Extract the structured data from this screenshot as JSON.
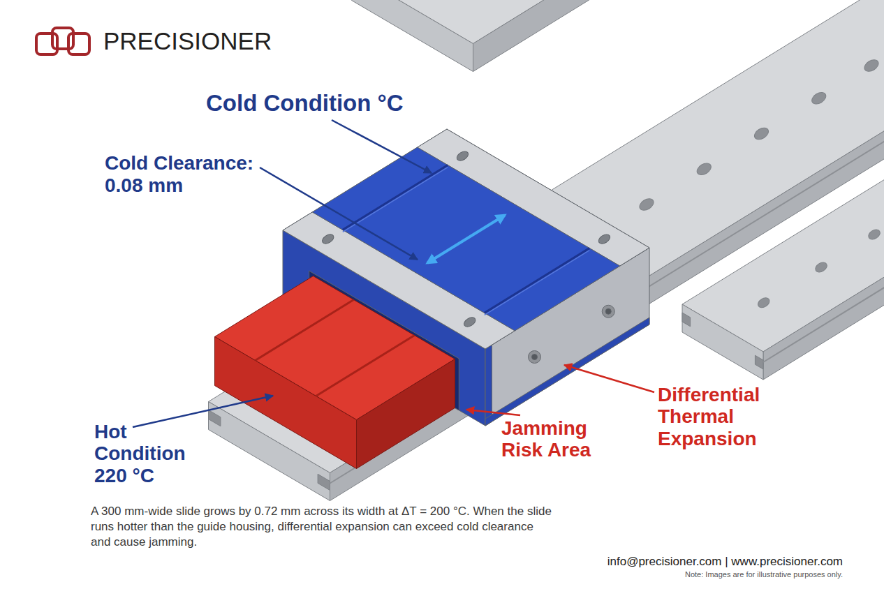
{
  "diagram": {
    "caption": "A 300 mm-wide slide grows by 0.72 mm across its width at ΔT = 200 °C. When the slide runs hotter than the guide housing, differential expansion can exceed cold clearance and cause jamming.",
    "labels": [
      "PRECISIONER",
      "Cold Condition °C",
      "Cold Clearance: 0.08 mm",
      "Hot Condition 220 °C",
      "Jamming Risk Area",
      "Differential Thermal Expansion",
      "info@precisioner.com | www.precisioner.com",
      "Note: Images are for illustrative purposes only."
    ]
  }
}
